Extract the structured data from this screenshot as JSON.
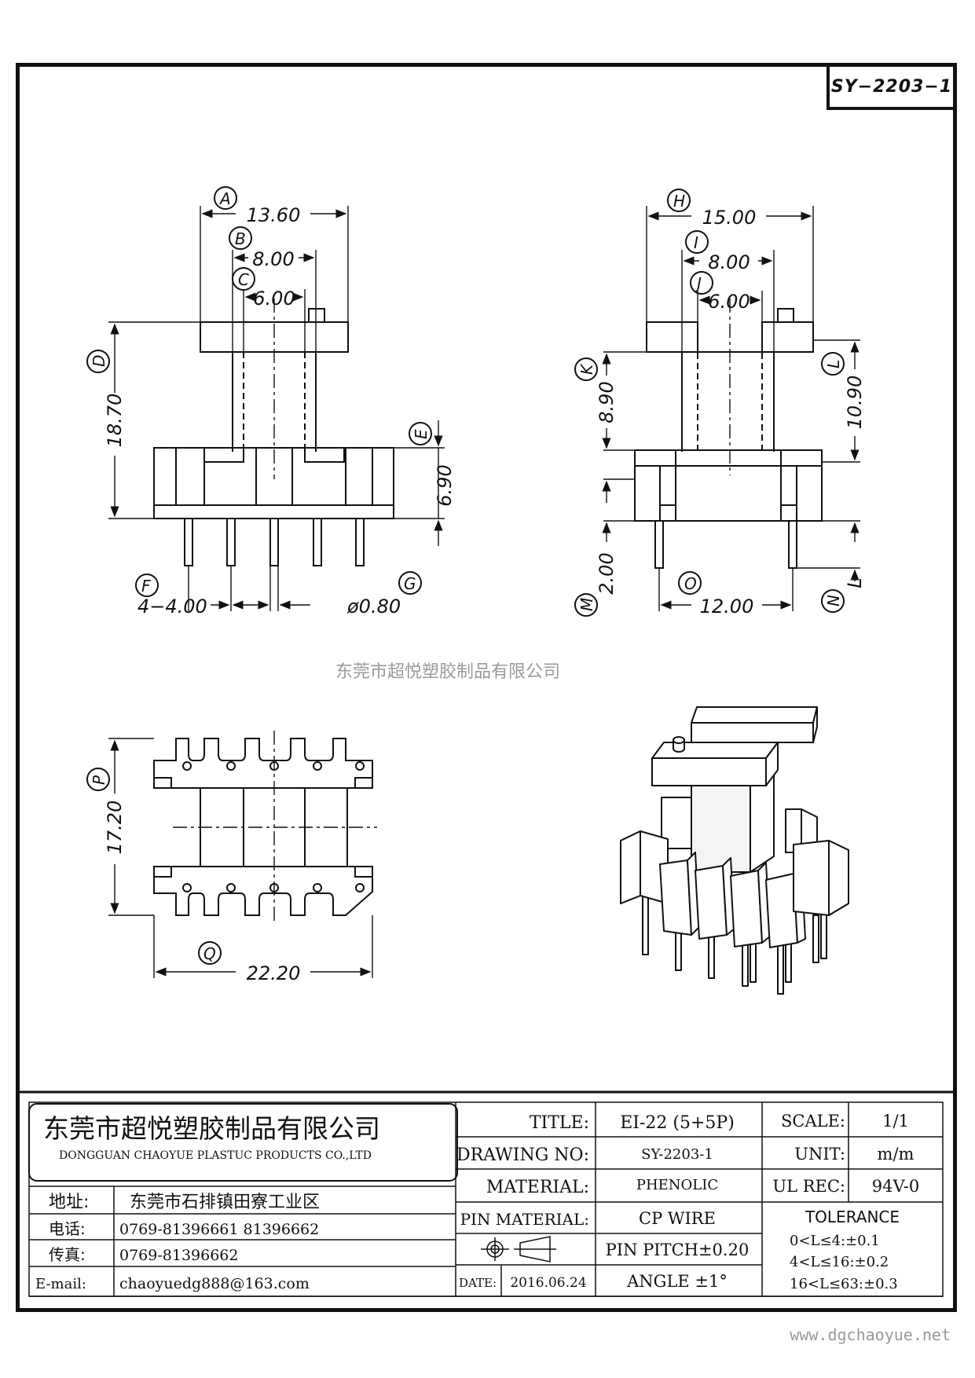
{
  "drawing_number_box": "SY−2203−1",
  "watermark": "东莞市超悦塑胶制品有限公司",
  "website": "www.dgchaoyue.net",
  "views": {
    "front": {
      "A": "A",
      "B": "B",
      "C": "C",
      "D": "D",
      "E": "E",
      "F": "F",
      "G": "G",
      "dim_A": "13.60",
      "dim_B": "8.00",
      "dim_C": "6.00",
      "dim_D": "18.70",
      "dim_E": "6.90",
      "dim_F": "4−4.00",
      "dim_G": "ø0.80"
    },
    "side": {
      "H": "H",
      "I": "I",
      "J": "J",
      "K": "K",
      "L": "L",
      "M": "M",
      "N": "N",
      "O": "O",
      "dim_H": "15.00",
      "dim_I": "8.00",
      "dim_J": "6.00",
      "dim_K": "8.90",
      "dim_L": "10.90",
      "dim_M": "2.00",
      "dim_O": "12.00",
      "dim_N": "L"
    },
    "bottom": {
      "P": "P",
      "Q": "Q",
      "dim_P": "17.20",
      "dim_Q": "22.20"
    }
  },
  "title_block": {
    "company_cn": "东莞市超悦塑胶制品有限公司",
    "company_en": "DONGGUAN CHAOYUE PLASTUC PRODUCTS CO.,LTD",
    "address_label": "地址:",
    "address": "东莞市石排镇田寮工业区",
    "phone_label": "电话:",
    "phone": "0769-81396661  81396662",
    "fax_label": "传真:",
    "fax": "0769-81396662",
    "email_label": "E-mail:",
    "email": "chaoyuedg888@163.com",
    "title_label": "TITLE:",
    "title": "EI-22 (5+5P)",
    "drawing_no_label": "DRAWING NO:",
    "drawing_no": "SY-2203-1",
    "material_label": "MATERIAL:",
    "material": "PHENOLIC",
    "pin_material_label": "PIN MATERIAL:",
    "pin_material": "CP WIRE",
    "pin_pitch": "PIN PITCH±0.20",
    "date_label": "DATE:",
    "date": "2016.06.24",
    "angle": "ANGLE  ±1°",
    "scale_label": "SCALE:",
    "scale": "1/1",
    "unit_label": "UNIT:",
    "unit": "m/m",
    "ul_label": "UL REC:",
    "ul": "94V-0",
    "tolerance_label": "TOLERANCE",
    "tolerances": [
      "0<L≤4:±0.1",
      "4<L≤16:±0.2",
      "16<L≤63:±0.3"
    ]
  }
}
